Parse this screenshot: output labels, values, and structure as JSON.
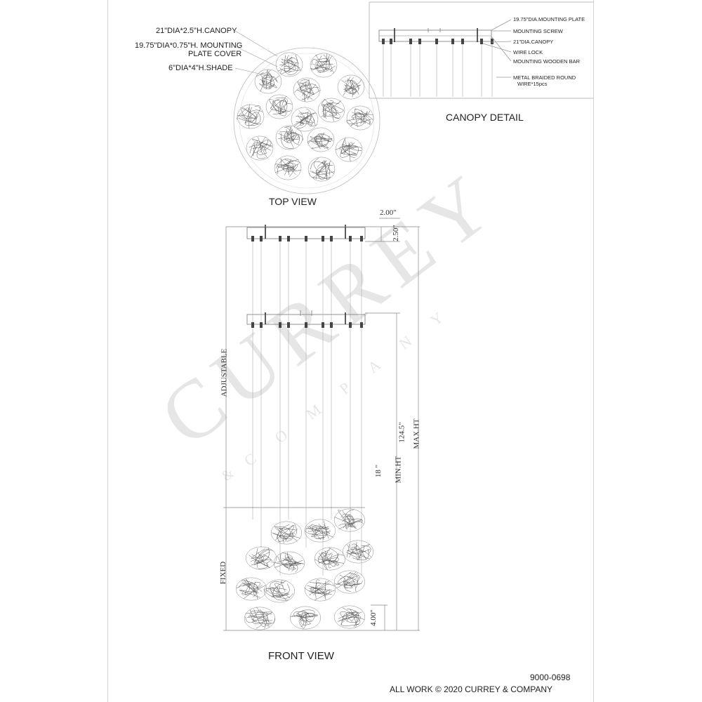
{
  "top_view": {
    "heading": "TOP VIEW",
    "callouts": {
      "canopy": "21\"DIA*2.5\"H.CANOPY",
      "plate_cover_1": "19.75\"DIA*0.75\"H. MOUNTING",
      "plate_cover_2": "PLATE COVER",
      "shade": "6\"DIA*4\"H.SHADE"
    }
  },
  "canopy_detail": {
    "heading": "CANOPY DETAIL",
    "callouts": {
      "mounting_plate": "19.75\"DIA.MOUNTING PLATE",
      "mounting_screw": "MOUNTING SCREW",
      "canopy": "21\"DIA.CANOPY",
      "wire_lock": "WIRE LOCK",
      "wooden_bar": "MOUNTING  WOODEN BAR",
      "wire_1": "METAL BRAIDED ROUND",
      "wire_2": "WIRE*15pcs"
    }
  },
  "front_view": {
    "heading": "FRONT VIEW",
    "dimensions": {
      "top_width": "2.00\"",
      "canopy_height": "2.50\"",
      "adjustable": "ADJUSTABLE",
      "fixed": "FIXED",
      "min_value": "18  \"",
      "min_label": "MIN.HT",
      "max_value": "124.5\"",
      "max_label": "MAX.HT",
      "shade_height": "4.00\""
    }
  },
  "watermark": {
    "main": "CURREY",
    "sub": "COMPANY",
    "amp": "&"
  },
  "footer": {
    "item_number": "9000-0698",
    "copyright": "ALL WORK © 2020 CURREY & COMPANY"
  }
}
